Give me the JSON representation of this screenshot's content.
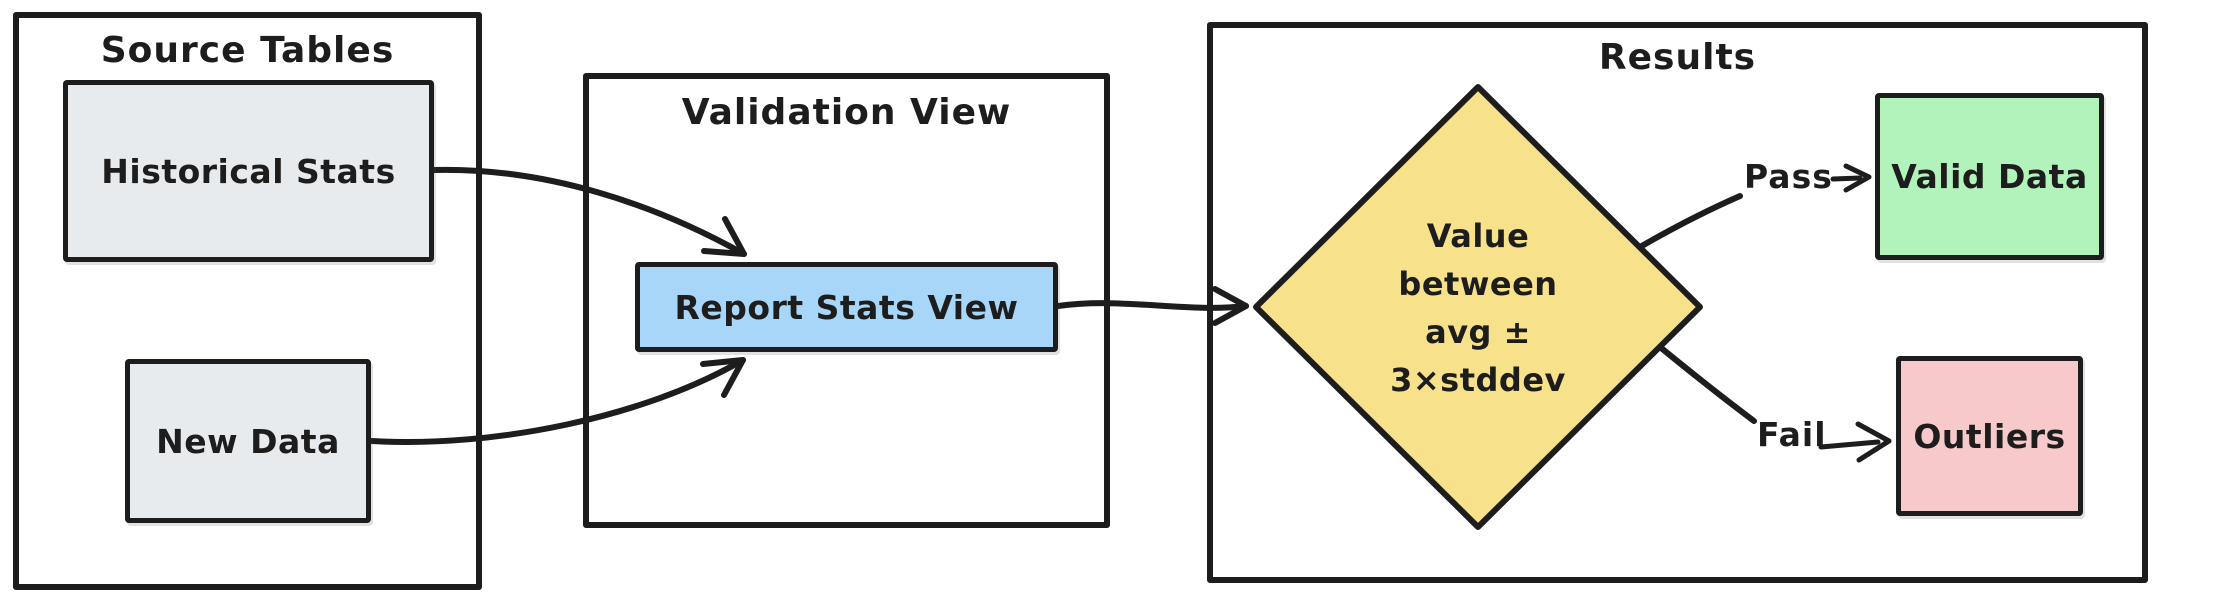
{
  "groups": {
    "source_tables": {
      "title": "Source Tables"
    },
    "validation_view": {
      "title": "Validation View"
    },
    "results": {
      "title": "Results"
    }
  },
  "nodes": {
    "historical_stats": {
      "label": "Historical Stats",
      "fill": "#e8ebee"
    },
    "new_data": {
      "label": "New Data",
      "fill": "#e8ebee"
    },
    "report_stats_view": {
      "label": "Report Stats View",
      "fill": "#a8d6f8"
    },
    "decision": {
      "lines": [
        "Value",
        "between",
        "avg ±",
        "3×stddev"
      ],
      "fill": "#f7e28b"
    },
    "valid_data": {
      "label": "Valid Data",
      "fill": "#b2f2bb"
    },
    "outliers": {
      "label": "Outliers",
      "fill": "#f7c9cb"
    }
  },
  "edges": {
    "pass_label": "Pass",
    "fail_label": "Fail"
  },
  "colors": {
    "stroke": "#1d1d1d",
    "background": "#ffffff"
  }
}
